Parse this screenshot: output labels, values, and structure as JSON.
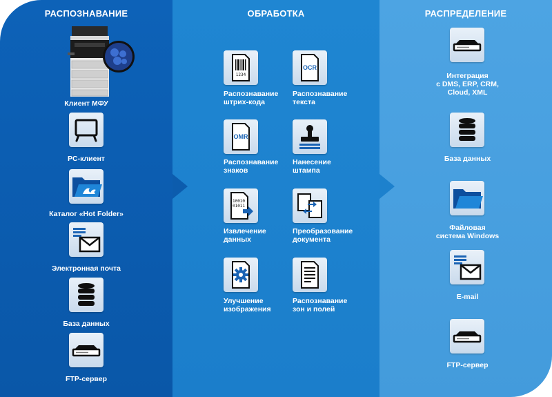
{
  "sections": {
    "recognition": {
      "title": "РАСПОЗНАВАНИЕ",
      "items": [
        {
          "label": "Клиент МФУ",
          "icon": "mfp-printer-icon"
        },
        {
          "label": "PC-клиент",
          "icon": "monitor-icon"
        },
        {
          "label": "Каталог «Hot Folder»",
          "icon": "hot-folder-icon"
        },
        {
          "label": "Электронная почта",
          "icon": "email-icon"
        },
        {
          "label": "База данных",
          "icon": "database-icon"
        },
        {
          "label": "FTP-сервер",
          "icon": "server-icon"
        }
      ]
    },
    "processing": {
      "title": "ОБРАБОТКА",
      "items": [
        {
          "line1": "Распознавание",
          "line2": "штрих-кода",
          "icon": "barcode-icon"
        },
        {
          "line1": "Распознавание",
          "line2": "текста",
          "icon": "ocr-icon",
          "icon_text": "OCR"
        },
        {
          "line1": "Распознавание",
          "line2": "знаков",
          "icon": "omr-icon",
          "icon_text": "OMR"
        },
        {
          "line1": "Нанесение",
          "line2": "штампа",
          "icon": "stamp-icon"
        },
        {
          "line1": "Извлечение",
          "line2": "данных",
          "icon": "data-extraction-icon",
          "icon_text1": "10010",
          "icon_text2": "01011"
        },
        {
          "line1": "Преобразование",
          "line2": "документа",
          "icon": "document-conversion-icon"
        },
        {
          "line1": "Улучшение",
          "line2": "изображения",
          "icon": "image-enhancement-icon"
        },
        {
          "line1": "Распознавание",
          "line2": "зон и полей",
          "icon": "zone-recognition-icon"
        }
      ]
    },
    "distribution": {
      "title": "РАСПРЕДЕЛЕНИЕ",
      "items": [
        {
          "lines": [
            "Интеграция",
            "с DMS, ERP, CRM,",
            "Cloud, XML"
          ],
          "icon": "server-icon"
        },
        {
          "lines": [
            "База данных"
          ],
          "icon": "database-icon"
        },
        {
          "lines": [
            "Файловая",
            "система Windows"
          ],
          "icon": "folder-icon"
        },
        {
          "lines": [
            "E-mail"
          ],
          "icon": "email-icon"
        },
        {
          "lines": [
            "FTP-сервер"
          ],
          "icon": "server-icon"
        }
      ]
    }
  },
  "colors": {
    "panel_dark": "#0d62b8",
    "panel_mid": "#1f86d2",
    "panel_light": "#4da4e3",
    "icon_blue": "#1a63b4"
  }
}
